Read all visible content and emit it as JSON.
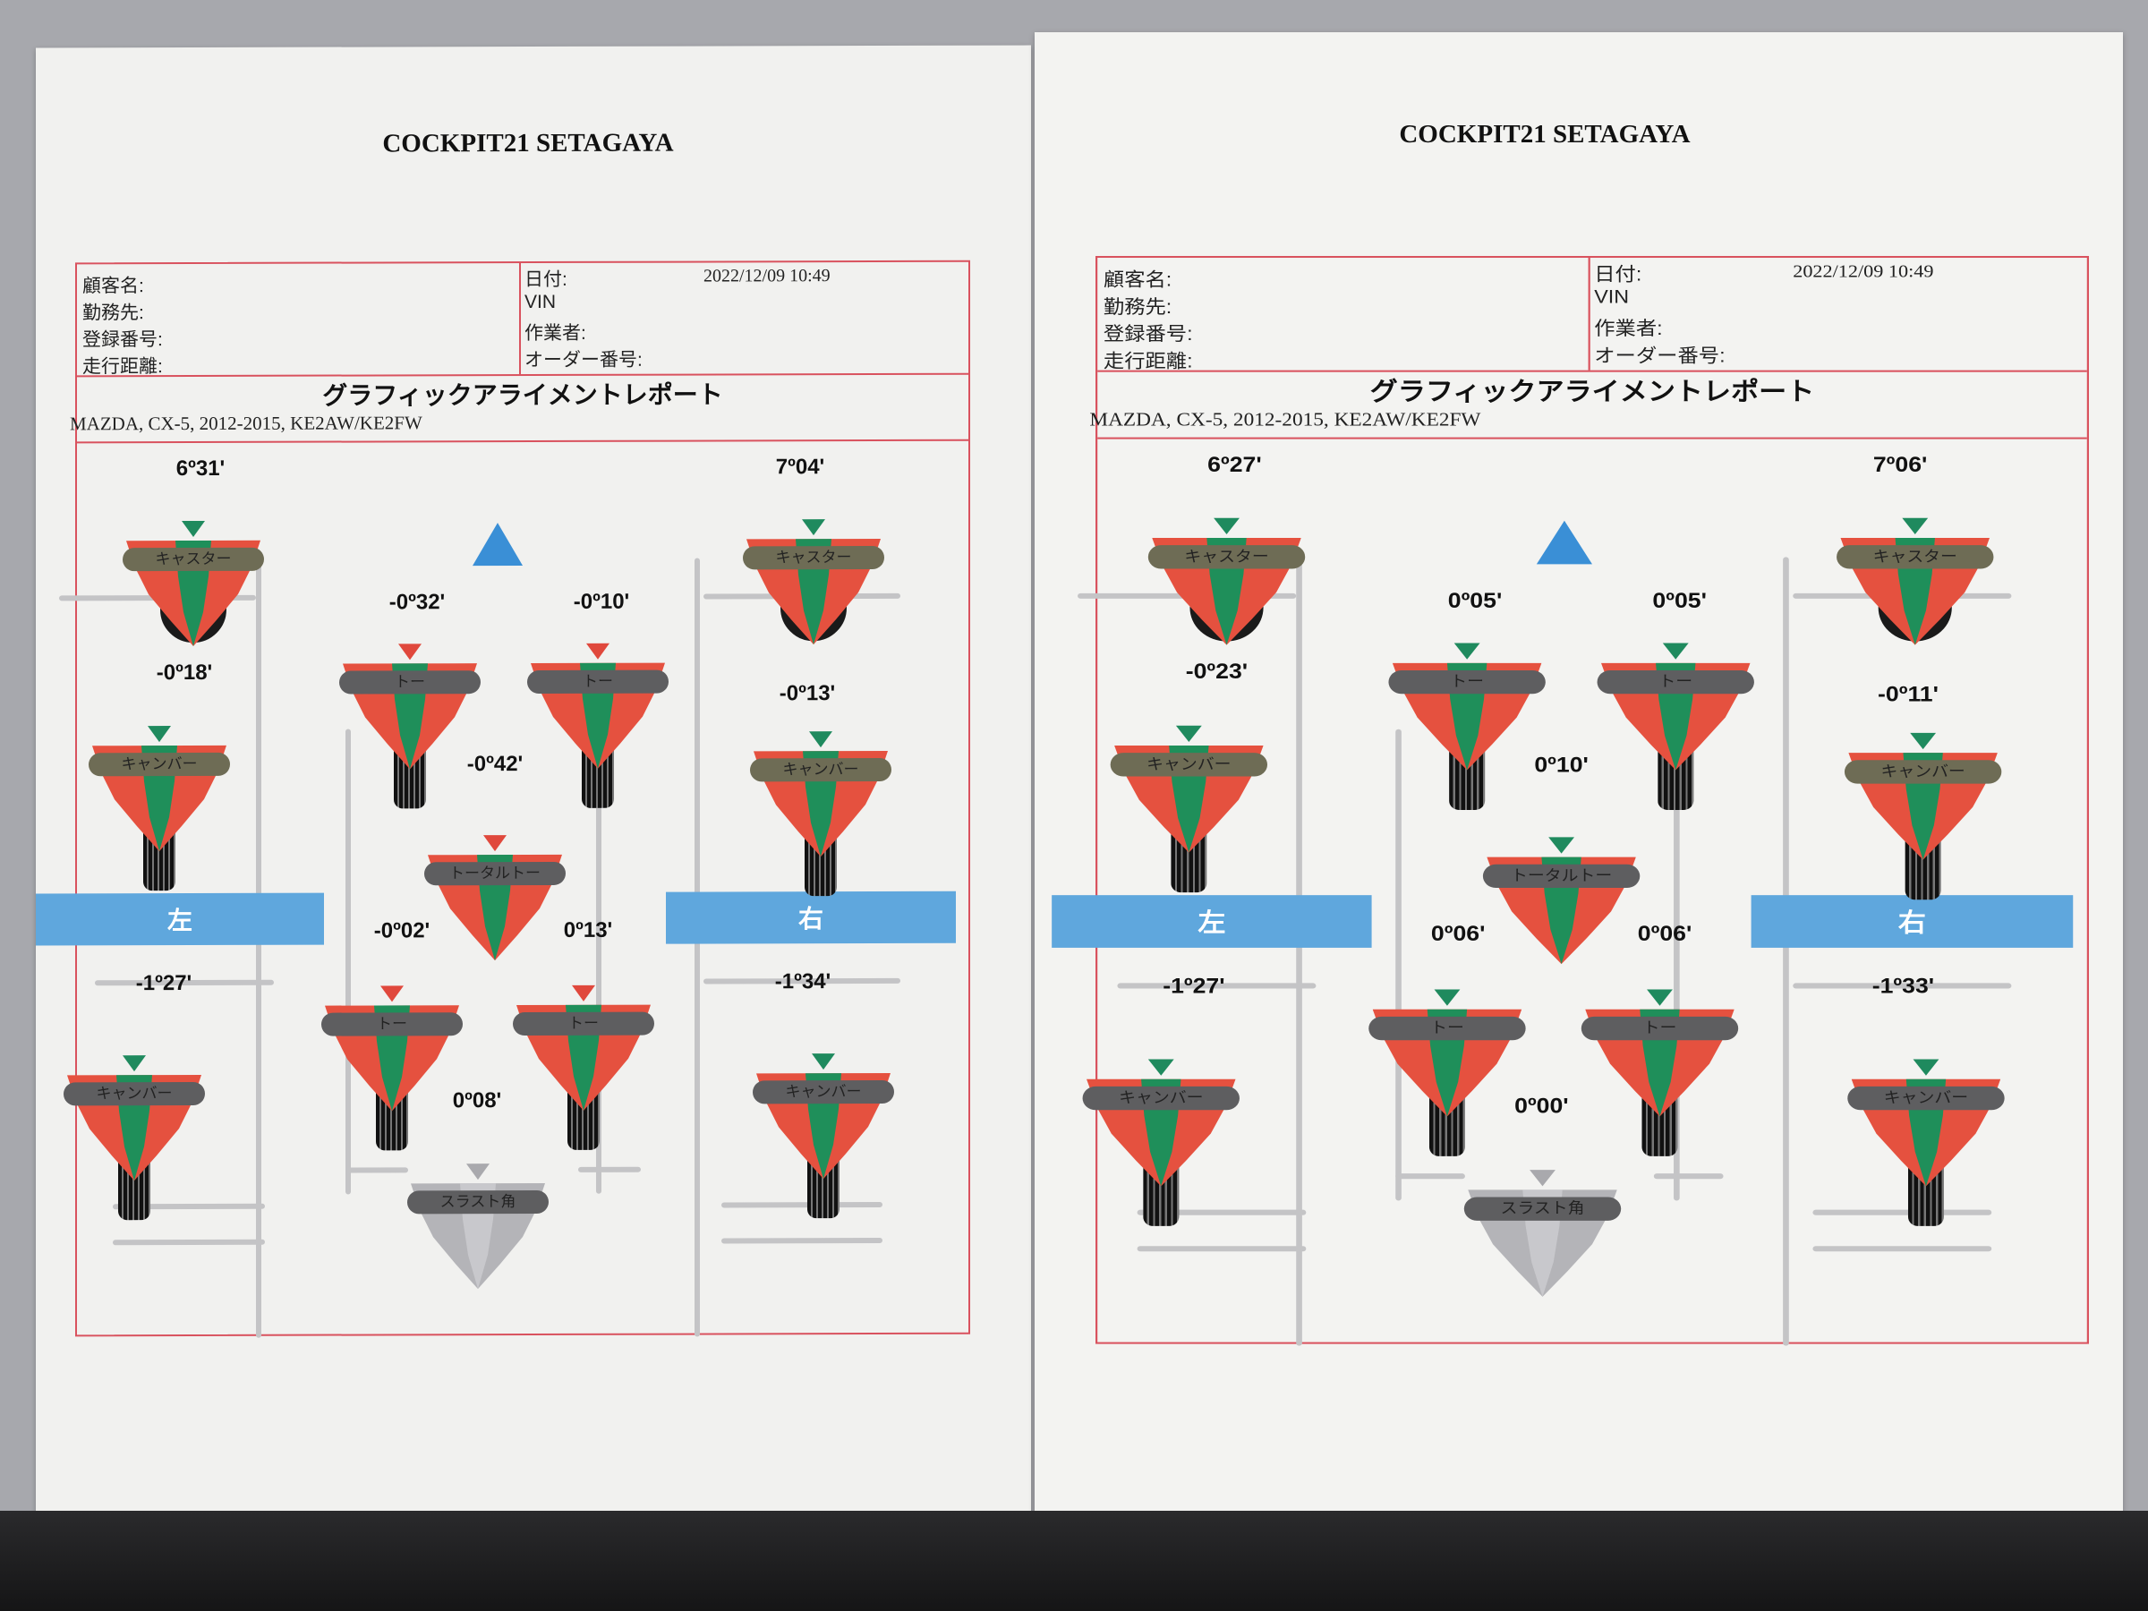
{
  "pages": [
    {
      "id": "left",
      "shop_title": "COCKPIT21 SETAGAYA",
      "header": {
        "customer_label": "顧客名:",
        "employer_label": "勤務先:",
        "registration_label": "登録番号:",
        "mileage_label": "走行距離:",
        "date_label": "日付:",
        "date_value": "2022/12/09 10:49",
        "vin_label": "VIN",
        "technician_label": "作業者:",
        "order_label": "オーダー番号:"
      },
      "report_title": "グラフィックアライメントレポート",
      "vehicle": "MAZDA, CX-5, 2012-2015, KE2AW/KE2FW",
      "side_left": "左",
      "side_right": "右",
      "measurements": {
        "lf_caster": {
          "label": "キャスター",
          "value": "6º31'",
          "indicator": "#1f8a5e"
        },
        "rf_caster": {
          "label": "キャスター",
          "value": "7º04'",
          "indicator": "#1f8a5e"
        },
        "lf_toe": {
          "label": "トー",
          "value": "-0º32'",
          "indicator": "#e0483c"
        },
        "rf_toe": {
          "label": "トー",
          "value": "-0º10'",
          "indicator": "#e0483c"
        },
        "lf_camber": {
          "label": "キャンバー",
          "value": "-0º18'",
          "indicator": "#1f8a5e"
        },
        "rf_camber": {
          "label": "キャンバー",
          "value": "-0º13'",
          "indicator": "#1f8a5e"
        },
        "total_toe": {
          "label": "トータルトー",
          "value": "-0º42'",
          "indicator": "#e0483c"
        },
        "lr_toe": {
          "label": "トー",
          "value": "-0º02'",
          "indicator": "#e0483c"
        },
        "rr_toe": {
          "label": "トー",
          "value": "0º13'",
          "indicator": "#e0483c"
        },
        "lr_camber": {
          "label": "キャンバー",
          "value": "-1º27'",
          "indicator": "#1f8a5e"
        },
        "rr_camber": {
          "label": "キャンバー",
          "value": "-1º34'",
          "indicator": "#1f8a5e"
        },
        "thrust": {
          "label": "スラスト角",
          "value": "0º08'",
          "indicator": "#a9a9ad"
        }
      }
    },
    {
      "id": "right",
      "shop_title": "COCKPIT21 SETAGAYA",
      "header": {
        "customer_label": "顧客名:",
        "employer_label": "勤務先:",
        "registration_label": "登録番号:",
        "mileage_label": "走行距離:",
        "date_label": "日付:",
        "date_value": "2022/12/09 10:49",
        "vin_label": "VIN",
        "technician_label": "作業者:",
        "order_label": "オーダー番号:"
      },
      "report_title": "グラフィックアライメントレポート",
      "vehicle": "MAZDA, CX-5, 2012-2015, KE2AW/KE2FW",
      "side_left": "左",
      "side_right": "右",
      "measurements": {
        "lf_caster": {
          "label": "キャスター",
          "value": "6º27'",
          "indicator": "#1f8a5e"
        },
        "rf_caster": {
          "label": "キャスター",
          "value": "7º06'",
          "indicator": "#1f8a5e"
        },
        "lf_toe": {
          "label": "トー",
          "value": "0º05'",
          "indicator": "#1f8a5e"
        },
        "rf_toe": {
          "label": "トー",
          "value": "0º05'",
          "indicator": "#1f8a5e"
        },
        "lf_camber": {
          "label": "キャンバー",
          "value": "-0º23'",
          "indicator": "#1f8a5e"
        },
        "rf_camber": {
          "label": "キャンバー",
          "value": "-0º11'",
          "indicator": "#1f8a5e"
        },
        "total_toe": {
          "label": "トータルトー",
          "value": "0º10'",
          "indicator": "#1f8a5e"
        },
        "lr_toe": {
          "label": "トー",
          "value": "0º06'",
          "indicator": "#1f8a5e"
        },
        "rr_toe": {
          "label": "トー",
          "value": "0º06'",
          "indicator": "#1f8a5e"
        },
        "lr_camber": {
          "label": "キャンバー",
          "value": "-1º27'",
          "indicator": "#1f8a5e"
        },
        "rr_camber": {
          "label": "キャンバー",
          "value": "-1º33'",
          "indicator": "#1f8a5e"
        },
        "thrust": {
          "label": "スラスト角",
          "value": "0º00'",
          "indicator": "#a9a9ad"
        }
      }
    }
  ],
  "colors": {
    "gauge_red": "#e5513f",
    "gauge_green": "#1f8f5a",
    "frame": "#d9525e",
    "side_bar": "#5fa7dd"
  }
}
